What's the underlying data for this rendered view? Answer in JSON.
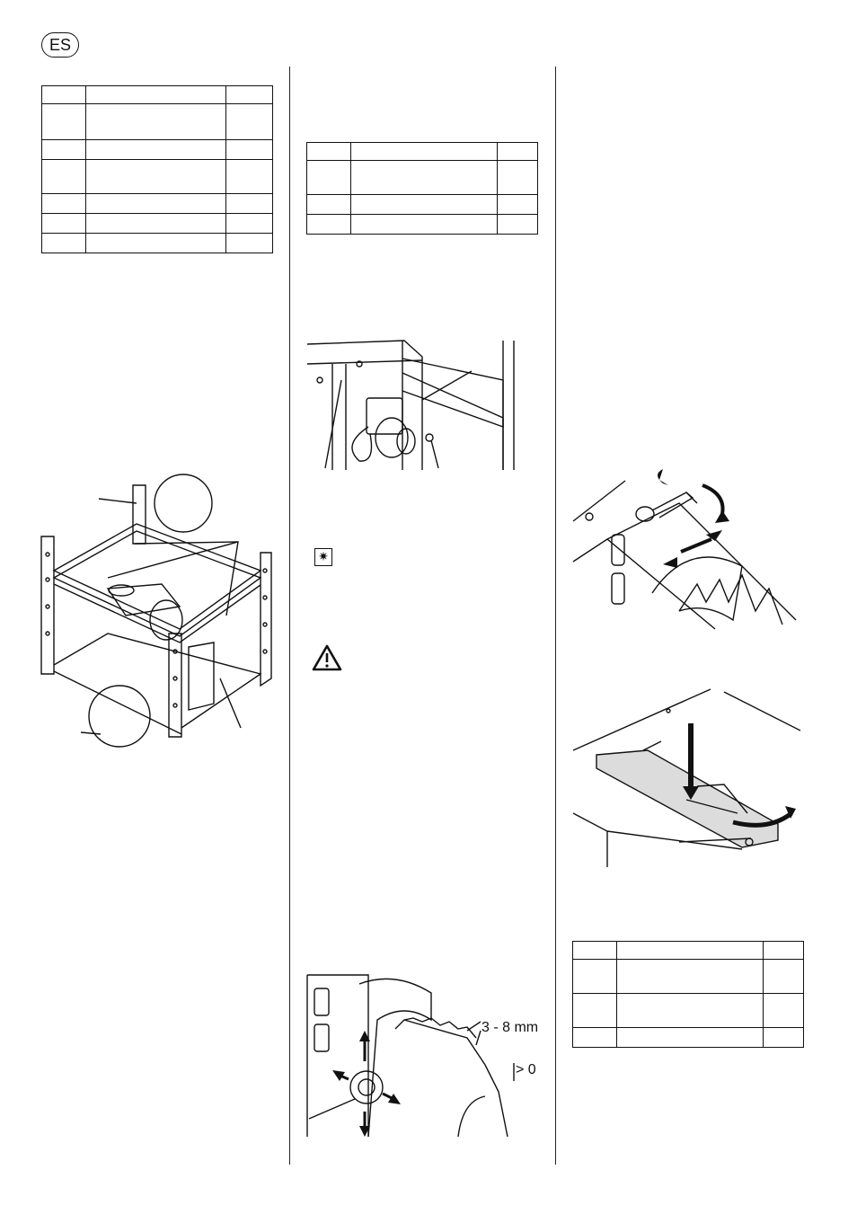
{
  "header": {
    "language_badge": "ES"
  },
  "left_column": {
    "table": {
      "rows": 7,
      "cols": 3
    }
  },
  "middle_column": {
    "table": {
      "rows": 4,
      "cols": 3
    },
    "icons": {
      "tip_icon": "sparkle-icon",
      "warning_icon": "warning-triangle-icon"
    },
    "figure_guard": {
      "label_gap": "3 - 8 mm",
      "label_min": "> 0"
    }
  },
  "right_column": {
    "table": {
      "rows": 4,
      "cols": 3
    }
  }
}
